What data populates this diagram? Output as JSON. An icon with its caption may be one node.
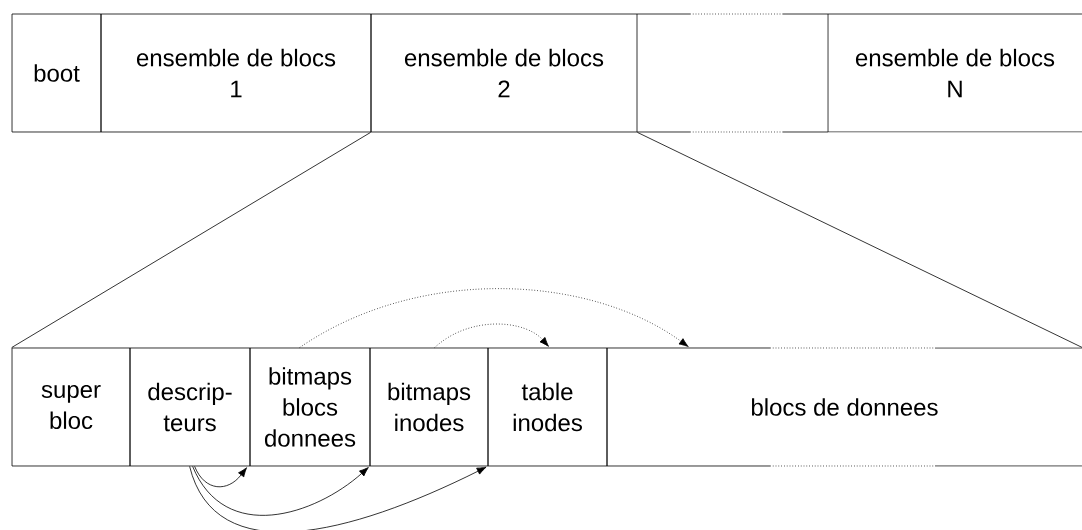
{
  "diagram": {
    "nodes": [
      {
        "text": [
          "boot"
        ]
      },
      {
        "text": [
          "ensemble de blocs 1"
        ]
      },
      {
        "text": [
          "ensemble de blocs 2"
        ]
      },
      {
        "text": [
          "ensemble de blocs N"
        ]
      },
      {
        "text": [
          "super bloc"
        ]
      },
      {
        "text": [
          "descrip- teurs"
        ]
      },
      {
        "text": [
          "bitmaps blocs donnees"
        ]
      },
      {
        "text": [
          "bitmaps inodes"
        ]
      },
      {
        "text": [
          "table inodes"
        ]
      },
      {
        "text": [
          "blocs de donnees"
        ]
      }
    ],
    "edges": [
      {
        "from": 5,
        "to": 6,
        "arrow": "to"
      },
      {
        "from": 5,
        "to": 7,
        "arrow": "to"
      },
      {
        "from": 5,
        "to": 8,
        "arrow": "to"
      },
      {
        "from": 6,
        "to": 9,
        "arrow": "to",
        "style": "dashed"
      },
      {
        "from": 7,
        "to": 8,
        "arrow": "to",
        "style": "dashed"
      },
      {
        "from": 2,
        "to": 4,
        "arrow": "none"
      },
      {
        "from": 2,
        "to": 9,
        "arrow": "none"
      }
    ]
  }
}
